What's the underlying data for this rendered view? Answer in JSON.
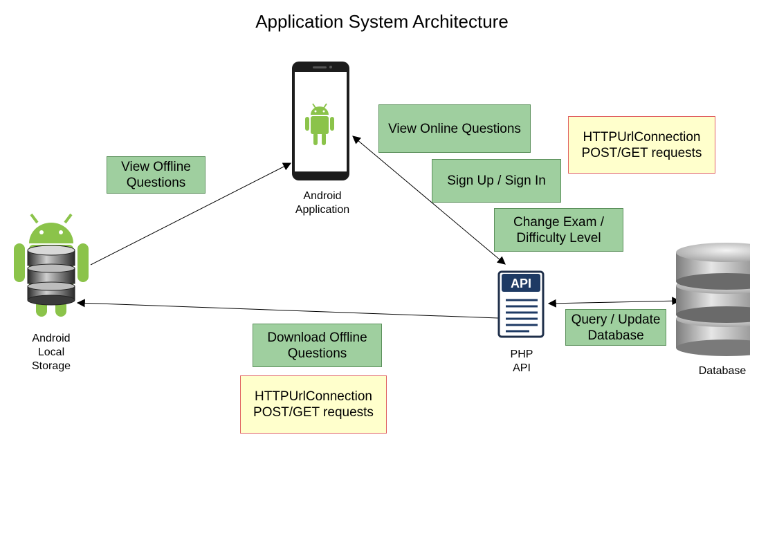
{
  "title": "Application System Architecture",
  "nodes": {
    "android_app": "Android\nApplication",
    "local_storage": "Android\nLocal\nStorage",
    "php_api": "PHP\nAPI",
    "database": "Database",
    "api_badge": "API"
  },
  "boxes": {
    "view_offline": "View Offline\nQuestions",
    "view_online": "View Online Questions",
    "sign_up": "Sign Up / Sign In",
    "change_exam": "Change Exam /\nDifficulty Level",
    "download_offline": "Download Offline\nQuestions",
    "query_update": "Query / Update\nDatabase",
    "http_top": "HTTPUrlConnection\nPOST/GET requests",
    "http_bottom": "HTTPUrlConnection\nPOST/GET requests"
  },
  "colors": {
    "action_box": "#9fcf9f",
    "note_box": "#ffffcc",
    "note_border": "#e06060",
    "android_green": "#8bc34a"
  },
  "icons": [
    "smartphone-icon",
    "android-robot-icon",
    "android-database-icon",
    "api-document-icon",
    "database-cylinder-icon"
  ]
}
